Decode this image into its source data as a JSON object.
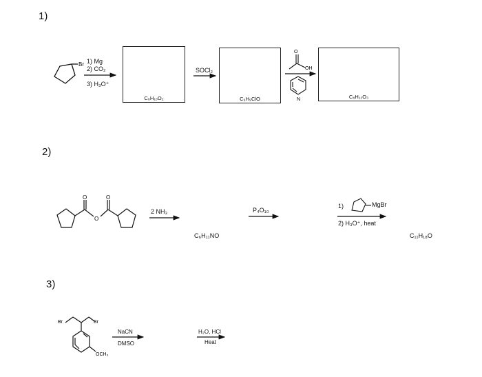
{
  "problems": [
    {
      "number": "1)",
      "start_atoms": {
        "br": "Br"
      },
      "step1_conditions": [
        "1) Mg",
        "2) CO₂",
        "3) H₃O⁺"
      ],
      "box1_formula": "C₆H₁₀O₂",
      "step2_reagent": "SOCl₂",
      "box2_formula": "C₆H₉ClO",
      "step3_reagent_atoms": {
        "o": "O",
        "oh": "OH",
        "n": "N"
      },
      "box3_formula": "C₈H₁₂O₃"
    },
    {
      "number": "2)",
      "start_atoms": {
        "o_bridge": "O",
        "o1": "O",
        "o2": "O"
      },
      "step1_reagent": "2 NH₃",
      "intermediate1": "C₆H₁₁NO",
      "step2_reagent": "P₄O₁₀",
      "step3_conditions": {
        "line1_prefix": "1)",
        "line1_group": "MgBr",
        "line2": "2) H₃O⁺, heat"
      },
      "product": "C₁₁H₁₈O"
    },
    {
      "number": "3)",
      "start_atoms": {
        "br1": "Br",
        "br2": "Br",
        "och3": "OCH₃"
      },
      "step1_reagent_top": "NaCN",
      "step1_reagent_bottom": "DMSO",
      "step2_reagent_top": "H₂O, HCl",
      "step2_reagent_bottom": "Heat"
    }
  ]
}
